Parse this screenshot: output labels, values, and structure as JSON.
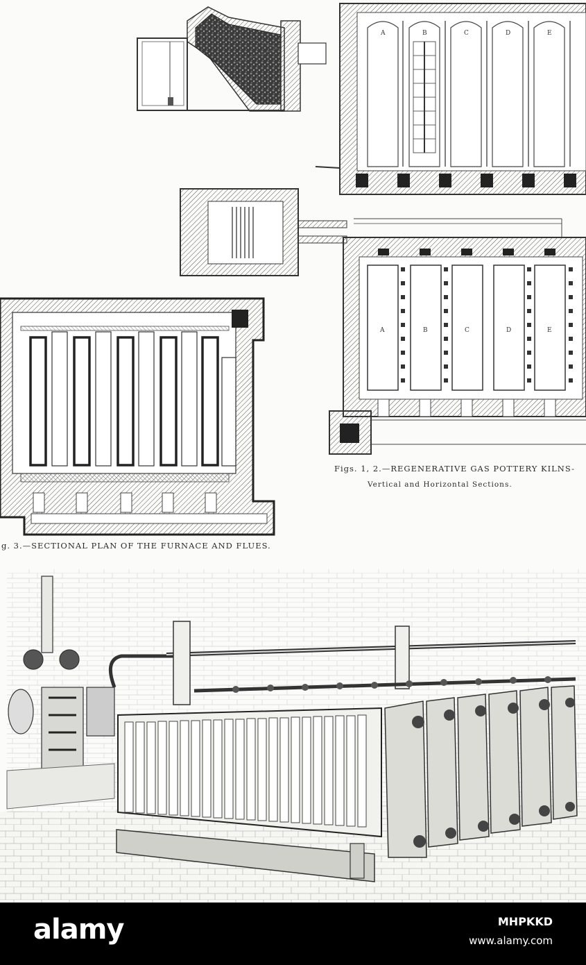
{
  "captions": {
    "figs_1_2_title": "Figs. 1, 2.—REGENERATIVE GAS POTTERY KILNS-",
    "figs_1_2_subtitle": "Vertical and Horizontal Sections.",
    "fig_3": "g. 3.—SECTIONAL PLAN OF THE FURNACE AND FLUES."
  },
  "chamber_labels_vertical": [
    "A",
    "B",
    "C",
    "D",
    "E"
  ],
  "chamber_labels_horizontal": [
    "A",
    "B",
    "C",
    "D",
    "E"
  ],
  "watermark": {
    "logo": "alamy",
    "image_id": "MHPKKD",
    "url": "www.alamy.com"
  },
  "colors": {
    "ink": "#2a2a2a",
    "paper": "#fbfbf9",
    "watermark_bar": "#000000",
    "watermark_text": "#ffffff"
  }
}
